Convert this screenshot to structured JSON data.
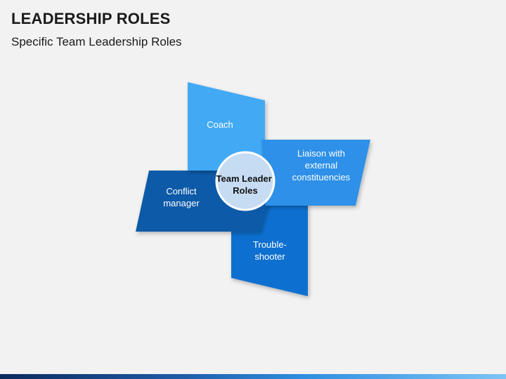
{
  "header": {
    "title": "LEADERSHIP ROLES",
    "subtitle": "Specific Team Leadership Roles"
  },
  "diagram": {
    "center": {
      "line1": "Team Leader",
      "line2": "Roles"
    },
    "roles": {
      "coach": {
        "lines": [
          "Coach"
        ]
      },
      "liaison": {
        "lines": [
          "Liaison with",
          "external",
          "constituencies"
        ]
      },
      "conflict": {
        "lines": [
          "Conflict",
          "manager"
        ]
      },
      "troubleshooter": {
        "lines": [
          "Trouble-",
          "shooter"
        ]
      }
    },
    "colors": {
      "coach": "#42aaf5",
      "liaison": "#2e90e8",
      "conflict": "#0a5aa8",
      "troubleshooter": "#0b6fd0",
      "center_fill": "#c6dcf3",
      "center_stroke": "#ffffff"
    }
  }
}
